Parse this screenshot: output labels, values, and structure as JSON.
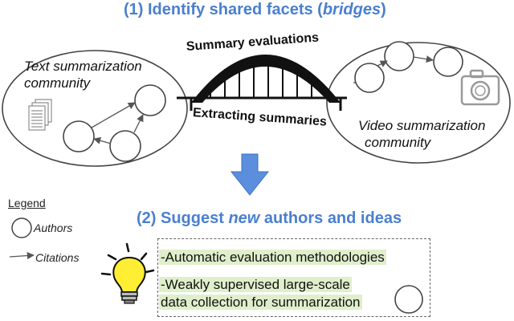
{
  "top_title": {
    "prefix": "(1) Identify shared facets (",
    "emph": "bridges",
    "suffix": ")"
  },
  "left_community": {
    "line1": "Text summarization",
    "line2": "community"
  },
  "right_community": {
    "line1": "Video summarization",
    "line2": "community"
  },
  "bridge": {
    "top_label": "Summary evaluations",
    "bottom_label": "Extracting summaries"
  },
  "bottom_title": {
    "prefix": "(2) Suggest ",
    "emph": "new",
    "suffix": " authors and ideas"
  },
  "legend": {
    "heading": "Legend",
    "authors": "Authors",
    "citations": "Citations"
  },
  "ideas": [
    "-Automatic evaluation methodologies",
    "-Weakly supervised large-scale",
    "data collection for summarization"
  ],
  "colors": {
    "title_blue": "#4a7fd0",
    "arrow_blue": "#5b8fde",
    "highlight_green": "#e0efcb",
    "bulb_yellow": "#ffee33"
  }
}
